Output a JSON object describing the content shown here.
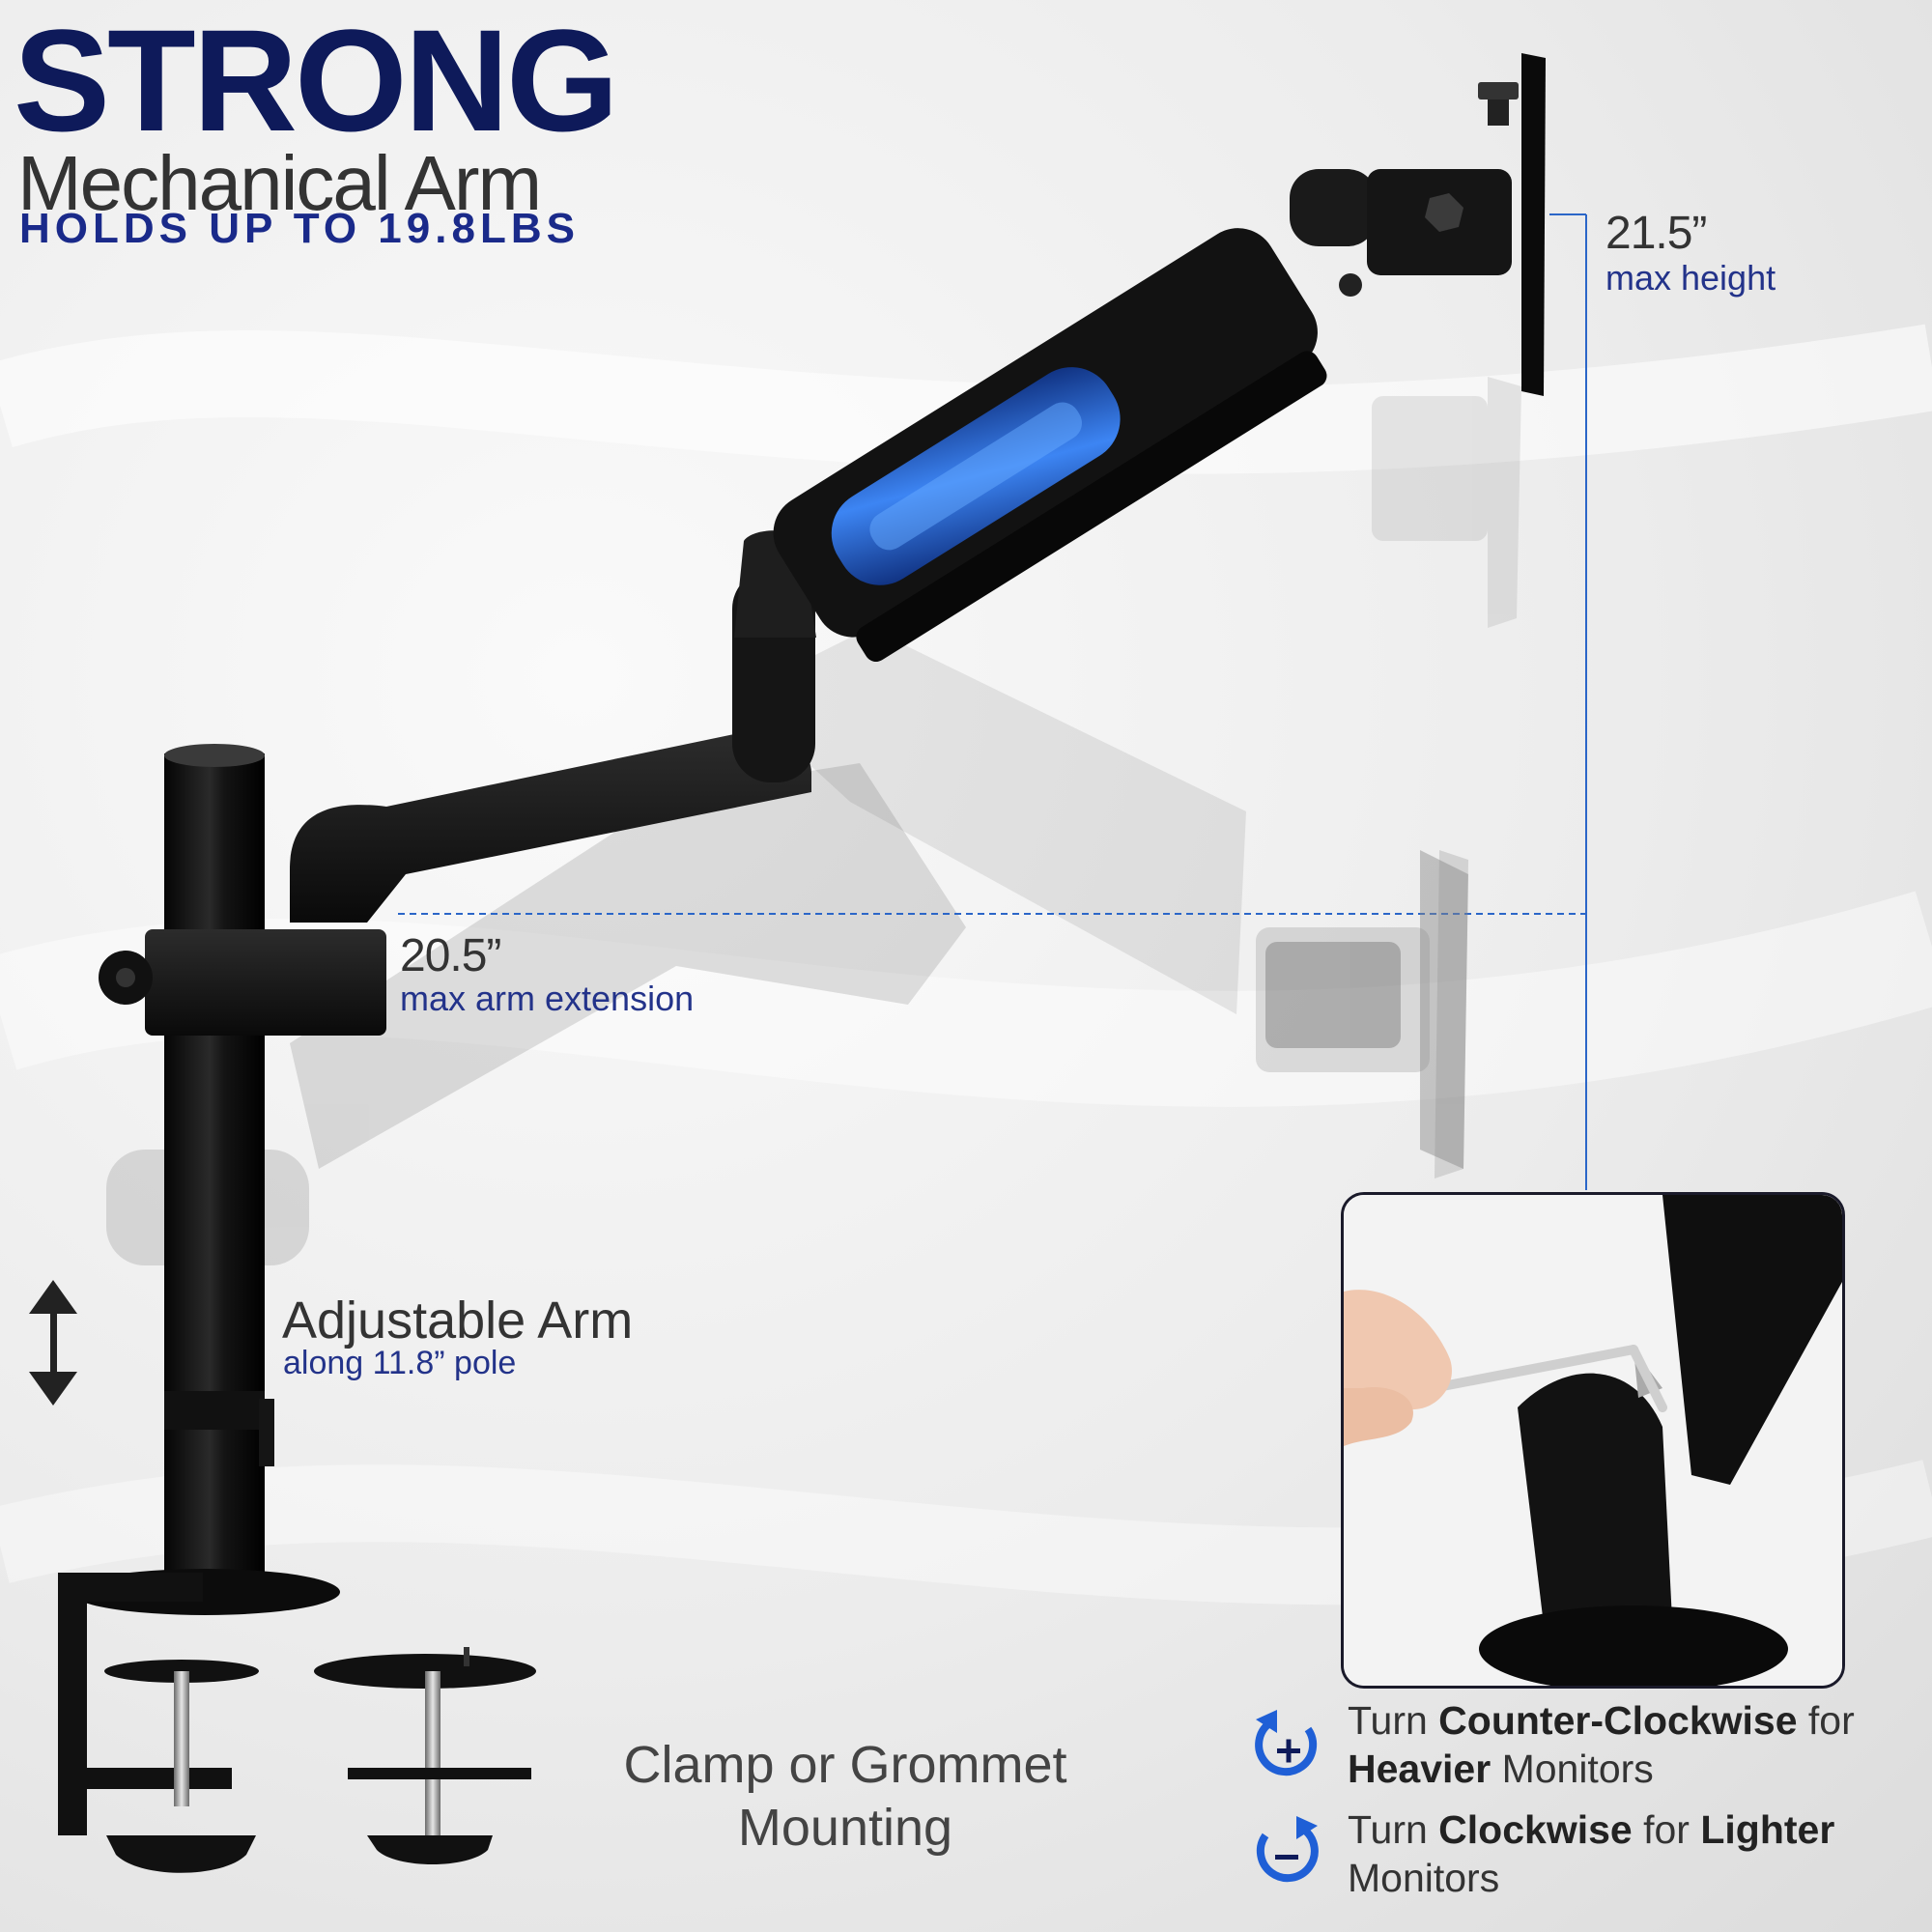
{
  "heading": {
    "title": "STRONG",
    "subtitle": "Mechanical Arm",
    "capacity": "HOLDS UP TO 19.8LBS"
  },
  "measurements": {
    "height": {
      "value": "21.5”",
      "label": "max height"
    },
    "extension": {
      "value": "20.5”",
      "label": "max arm extension"
    }
  },
  "adjustable": {
    "title": "Adjustable Arm",
    "detail": "along 11.8” pole"
  },
  "mounting": {
    "line1": "Clamp or Grommet",
    "line2": "Mounting"
  },
  "tension": {
    "counter": {
      "p1": "Turn ",
      "b1": "Counter-Clockwise",
      "p2": " for ",
      "b2": "Heavier",
      "p3": " Monitors",
      "icon": "counter-clockwise-plus-icon"
    },
    "clockwise": {
      "p1": "Turn ",
      "b1": "Clockwise",
      "p2": " for ",
      "b2": "Lighter",
      "p3": " Monitors",
      "icon": "clockwise-minus-icon"
    }
  },
  "colors": {
    "brand_navy": "#0e1a5a",
    "accent_blue": "#1f5fd6",
    "dimension_line": "#2b66c8"
  }
}
